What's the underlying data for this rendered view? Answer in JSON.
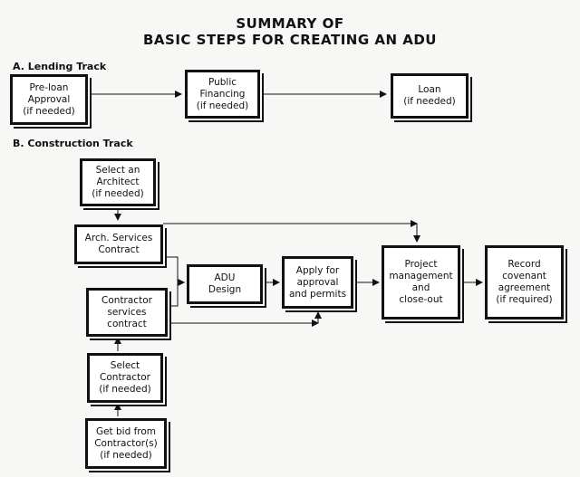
{
  "title": {
    "line1": "SUMMARY OF",
    "line2": "BASIC STEPS FOR CREATING AN ADU"
  },
  "sections": {
    "lending": "A. Lending Track",
    "construction": "B. Construction Track"
  },
  "boxes": {
    "preloan": "Pre-loan\nApproval\n(if needed)",
    "public_financing": "Public\nFinancing\n(if needed)",
    "loan": "Loan\n(if needed)",
    "select_architect": "Select an\nArchitect\n(if needed)",
    "arch_services": "Arch. Services\nContract",
    "adu_design": "ADU\nDesign",
    "apply_approval": "Apply for\napproval\nand permits",
    "project_mgmt": "Project\nmanagement\nand\nclose-out",
    "record_covenant": "Record\ncovenant\nagreement\n(if required)",
    "contractor_services": "Contractor\nservices\ncontract",
    "select_contractor": "Select\nContractor\n(if needed)",
    "get_bid": "Get bid from\nContractor(s)\n(if needed)"
  }
}
